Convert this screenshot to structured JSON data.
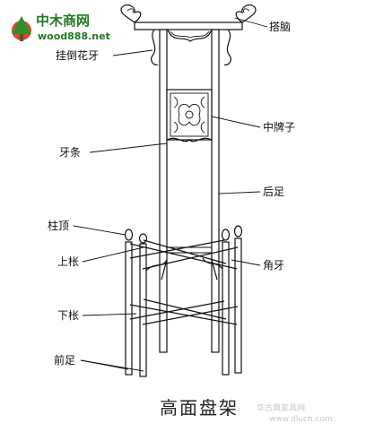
{
  "logo": {
    "name": "中木商网",
    "url": "wood888.net"
  },
  "labels": {
    "top_rail": "搭脑",
    "hanging_spandrel": "挂倒花牙",
    "middle_panel": "中牌子",
    "apron_strip": "牙条",
    "back_leg": "后足",
    "post_top": "柱顶",
    "upper_stretcher": "上枨",
    "corner_bracket": "角牙",
    "lower_stretcher": "下枨",
    "front_leg": "前足"
  },
  "title": "高面盘架",
  "watermark": {
    "line1": "华古典家具网",
    "line2": "www.dlucn.com"
  },
  "colors": {
    "logo_green": "#1f7a1f",
    "line": "#111111",
    "background": "#ffffff"
  }
}
